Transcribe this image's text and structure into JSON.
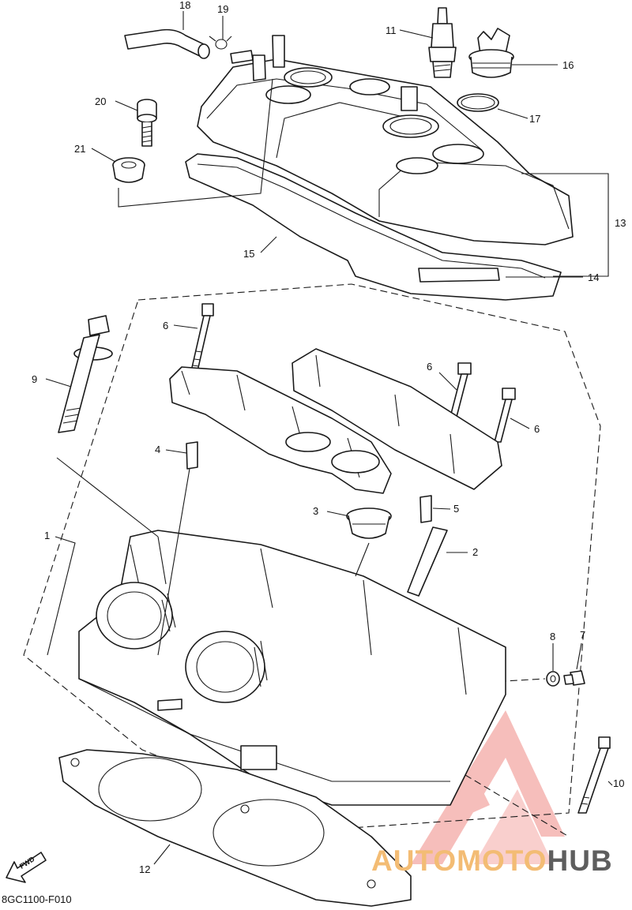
{
  "drawing_code": "8GC1100-F010",
  "direction_label": "FWD",
  "watermark": {
    "part1": "AUTOMOTO",
    "part2": "HUB",
    "accent": "#f3bc74",
    "dark": "#5e5e5e",
    "logo_color": "#e8302a"
  },
  "callouts": [
    {
      "id": "18",
      "text": "18"
    },
    {
      "id": "19",
      "text": "19"
    },
    {
      "id": "11",
      "text": "11"
    },
    {
      "id": "16",
      "text": "16"
    },
    {
      "id": "17",
      "text": "17"
    },
    {
      "id": "20",
      "text": "20"
    },
    {
      "id": "21",
      "text": "21"
    },
    {
      "id": "13",
      "text": "13"
    },
    {
      "id": "15",
      "text": "15"
    },
    {
      "id": "14",
      "text": "14"
    },
    {
      "id": "6a",
      "text": "6"
    },
    {
      "id": "9",
      "text": "9"
    },
    {
      "id": "6b",
      "text": "6"
    },
    {
      "id": "6c",
      "text": "6"
    },
    {
      "id": "4",
      "text": "4"
    },
    {
      "id": "3",
      "text": "3"
    },
    {
      "id": "5",
      "text": "5"
    },
    {
      "id": "2",
      "text": "2"
    },
    {
      "id": "1",
      "text": "1"
    },
    {
      "id": "8",
      "text": "8"
    },
    {
      "id": "7",
      "text": "7"
    },
    {
      "id": "10",
      "text": "10"
    },
    {
      "id": "12",
      "text": "12"
    }
  ]
}
